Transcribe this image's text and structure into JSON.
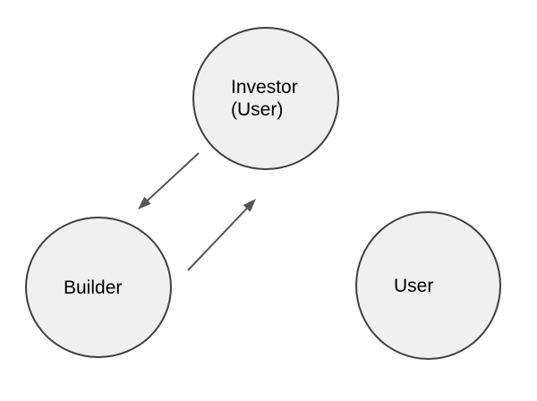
{
  "diagram": {
    "background": "#ffffff",
    "nodes": [
      {
        "id": "investor",
        "shape": "circle",
        "label_lines": [
          "Investor",
          "(User)"
        ]
      },
      {
        "id": "builder",
        "shape": "circle",
        "label_lines": [
          "Builder"
        ]
      },
      {
        "id": "user",
        "shape": "circle",
        "label_lines": [
          "User"
        ]
      }
    ],
    "edges": [
      {
        "from": "investor",
        "to": "builder",
        "style": "arrow",
        "direction": "down-left"
      },
      {
        "from": "builder",
        "to": "investor",
        "style": "arrow",
        "direction": "up-right"
      }
    ],
    "colors": {
      "node_fill": "#f0f0f0",
      "node_border": "#404040",
      "arrow": "#545454",
      "text": "#000000"
    }
  }
}
